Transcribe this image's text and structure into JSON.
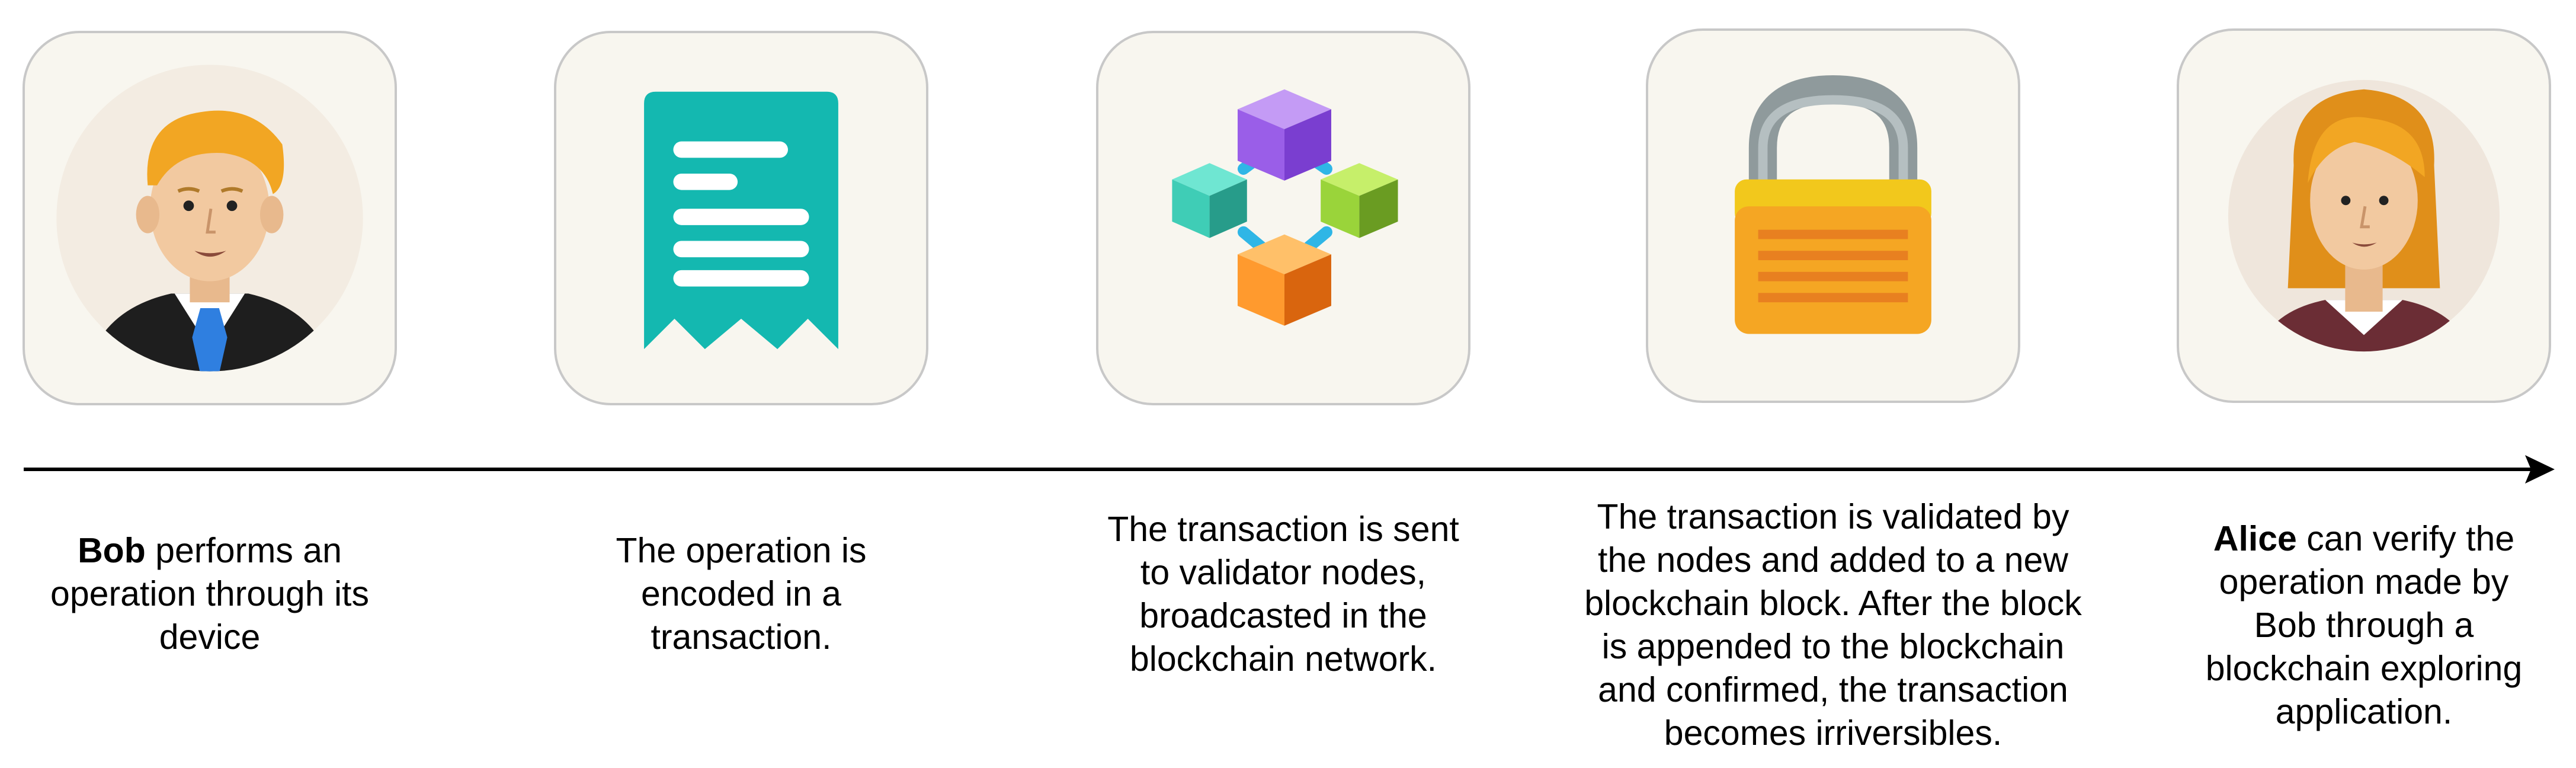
{
  "steps": [
    {
      "name": "Bob",
      "text": " performs an\noperation through its\ndevice"
    },
    {
      "text": "The operation is\nencoded in a\ntransaction."
    },
    {
      "text": "The transaction is sent\nto validator nodes,\nbroadcasted in the\nblockchain network."
    },
    {
      "text": "The transaction is validated by\nthe nodes and added to a new\nblockchain block. After the block\nis appended to the blockchain\nand confirmed, the transaction\nbecomes irriversibles."
    },
    {
      "name": "Alice",
      "text": " can verify the\noperation made by\nBob through a\nblockchain exploring\napplication."
    }
  ],
  "colors": {
    "card_bg": "#f8f6ef",
    "card_border": "#c8c8c8",
    "receipt": "#14b8b0",
    "lock_body": "#f5a623",
    "lock_shackle": "#9aa6a8"
  },
  "icons": [
    "man-avatar-icon",
    "receipt-icon",
    "blockchain-cubes-icon",
    "padlock-icon",
    "woman-avatar-icon"
  ]
}
